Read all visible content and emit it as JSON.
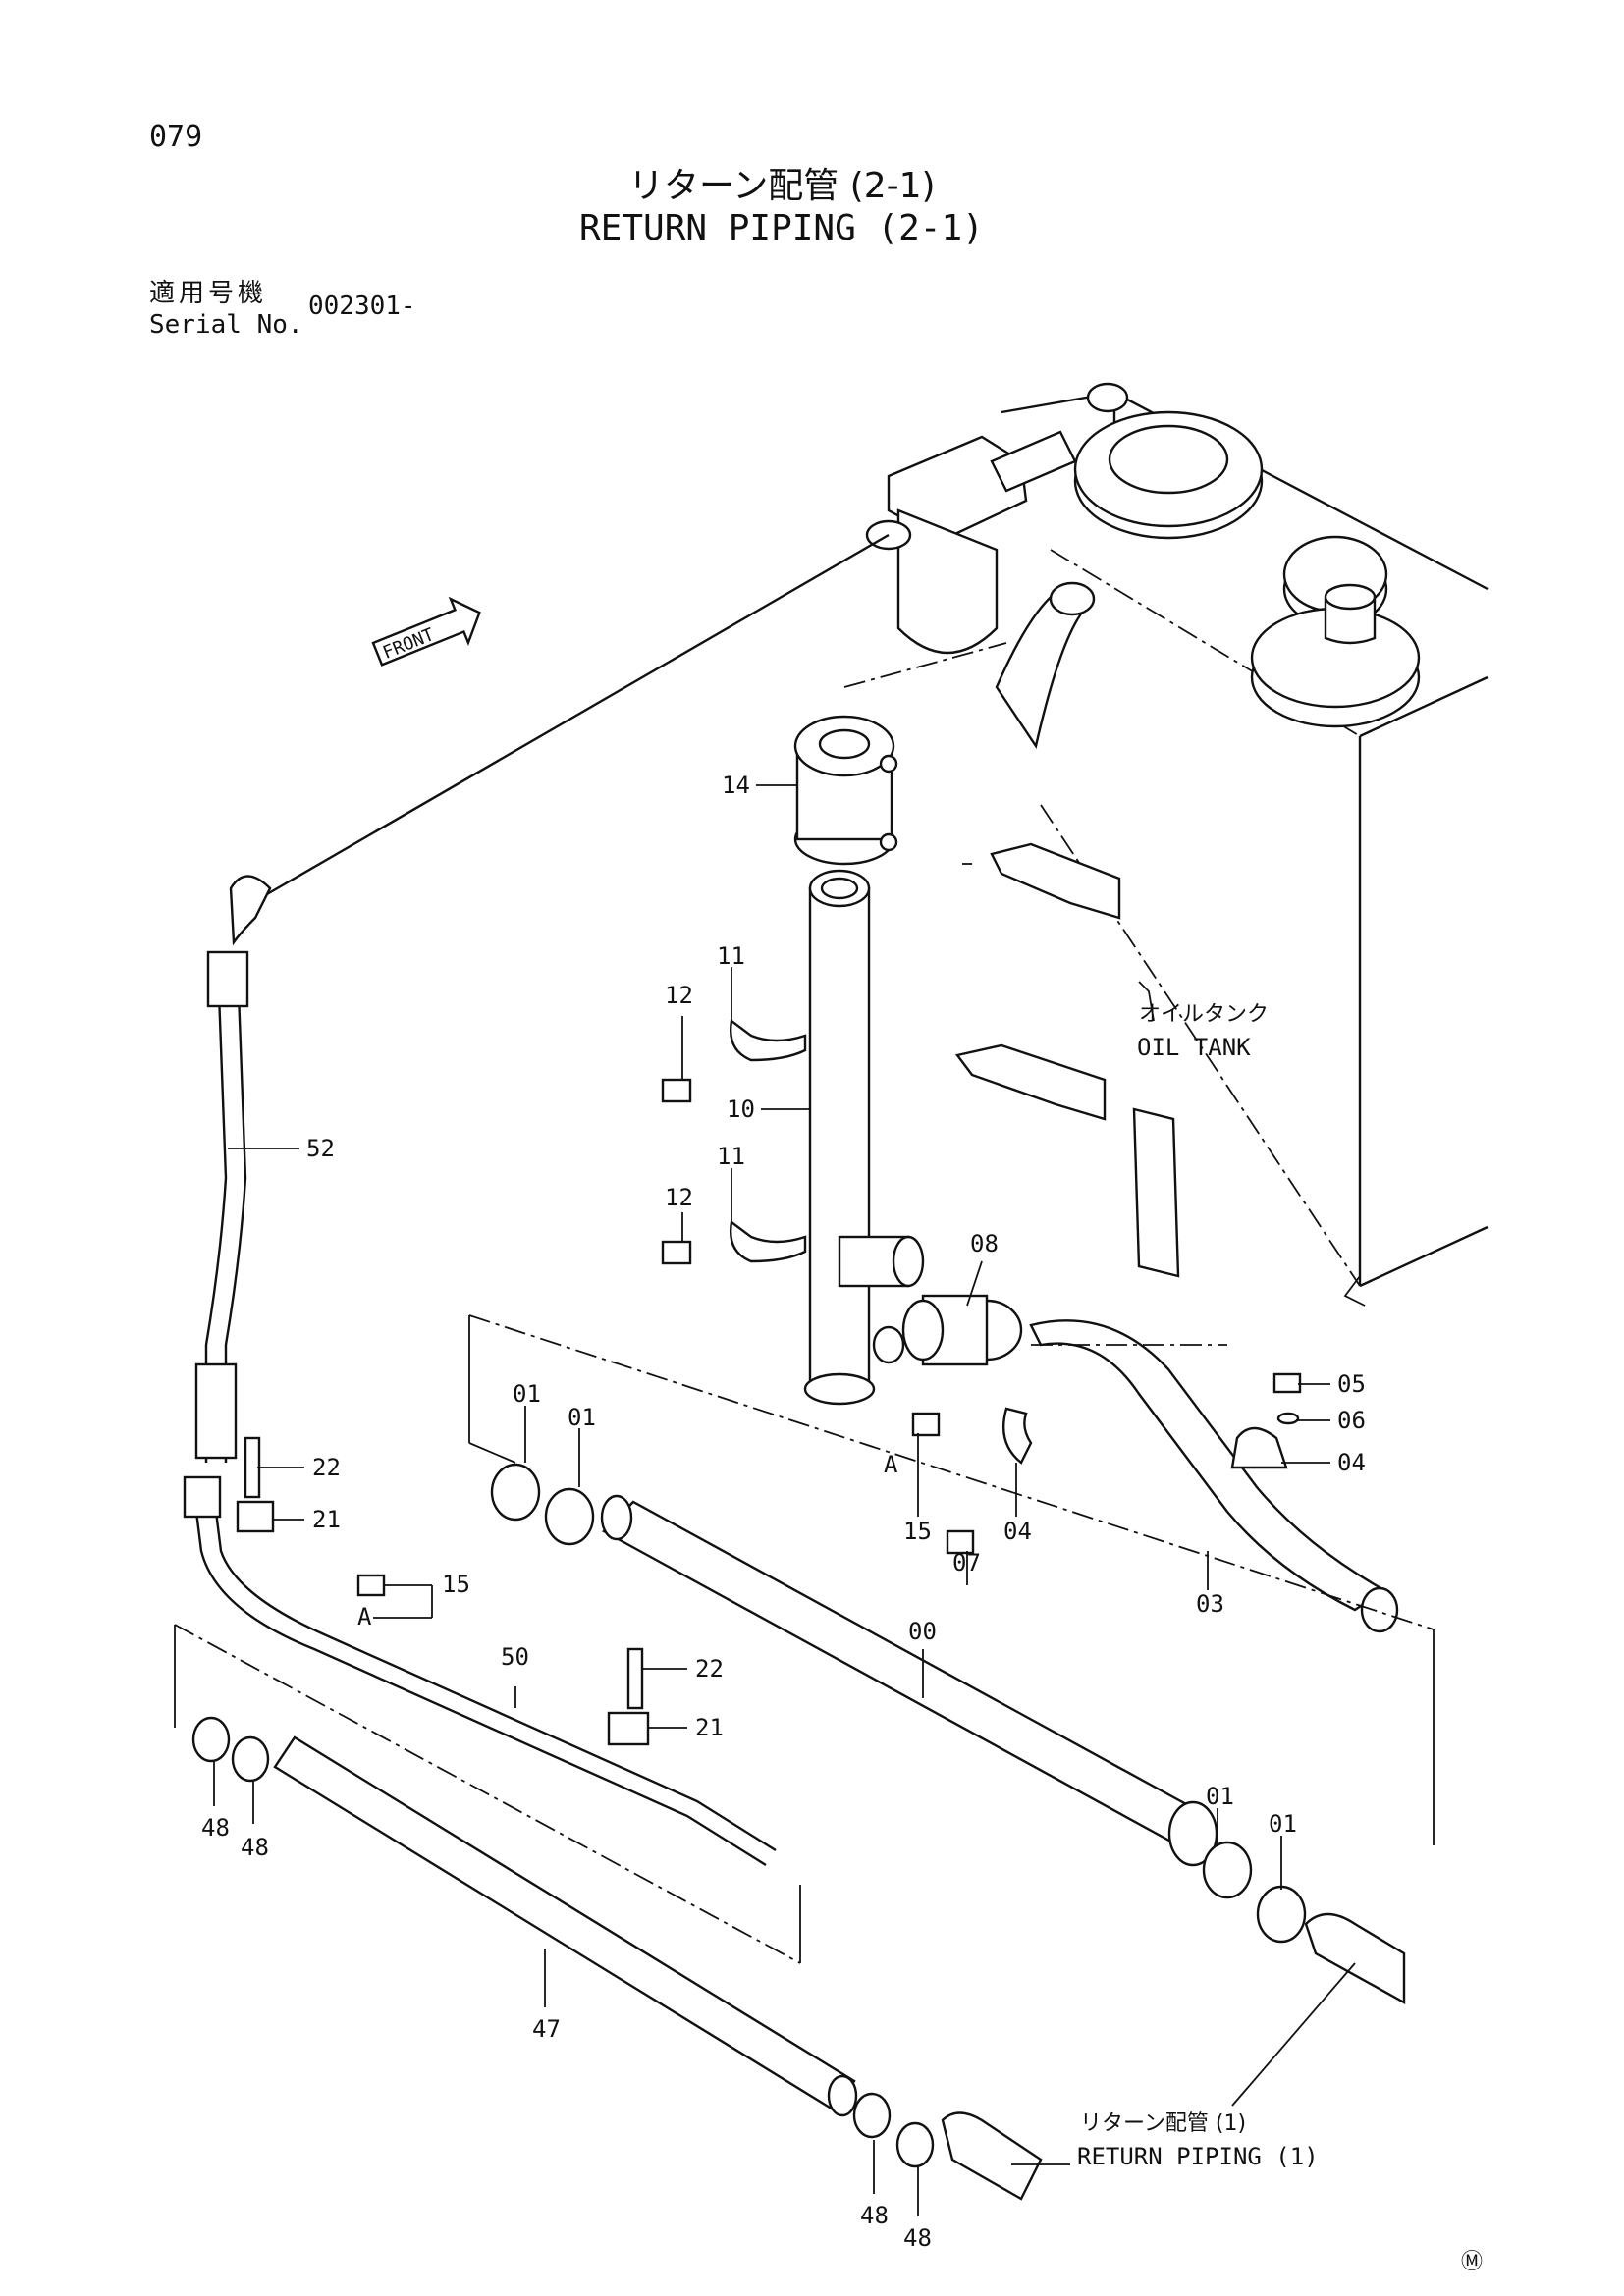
{
  "header": {
    "page_number": "079",
    "title_jp": "リターン配管 (2-1)",
    "title_en": "RETURN PIPING (2-1)",
    "serial_label_jp": "適用号機",
    "serial_label_en": "Serial No.",
    "serial_value": "002301-"
  },
  "diagram": {
    "front_arrow": "FRONT",
    "oil_tank_jp": "オイルタンク",
    "oil_tank_en": "OIL TANK",
    "return_piping_jp": "リターン配管 (1)",
    "return_piping_en": "RETURN PIPING (1)",
    "view_a": "A",
    "footer_mark": "Ⓜ",
    "callouts": [
      "14",
      "11",
      "12",
      "10",
      "11",
      "12",
      "08",
      "01",
      "01",
      "05",
      "06",
      "04",
      "15",
      "07",
      "04",
      "03",
      "52",
      "22",
      "21",
      "15",
      "50",
      "22",
      "00",
      "21",
      "01",
      "01",
      "48",
      "48",
      "47",
      "48",
      "48"
    ]
  }
}
